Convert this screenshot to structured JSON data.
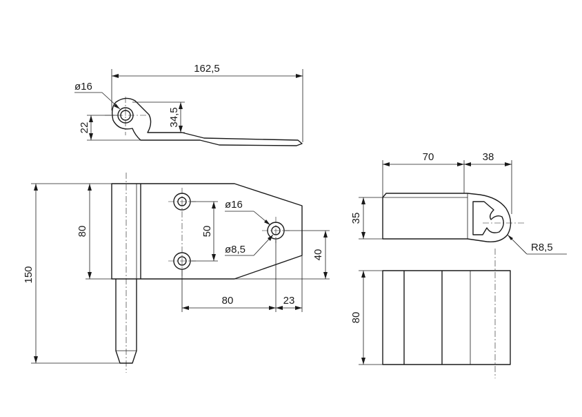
{
  "dimensions": {
    "top_length": "162,5",
    "top_hole_dia": "ø16",
    "top_pin_height": "34,5",
    "top_base_height": "22",
    "front_total_height": "150",
    "front_leaf_height": "80",
    "front_hole_spacing": "50",
    "front_hole_dia_16": "ø16",
    "front_hole_dia_8": "ø8,5",
    "front_offset_40": "40",
    "front_width_80": "80",
    "front_width_23": "23",
    "side_len_70": "70",
    "side_len_38": "38",
    "side_height_35": "35",
    "side_radius": "R8,5",
    "bottom_height_80": "80"
  }
}
